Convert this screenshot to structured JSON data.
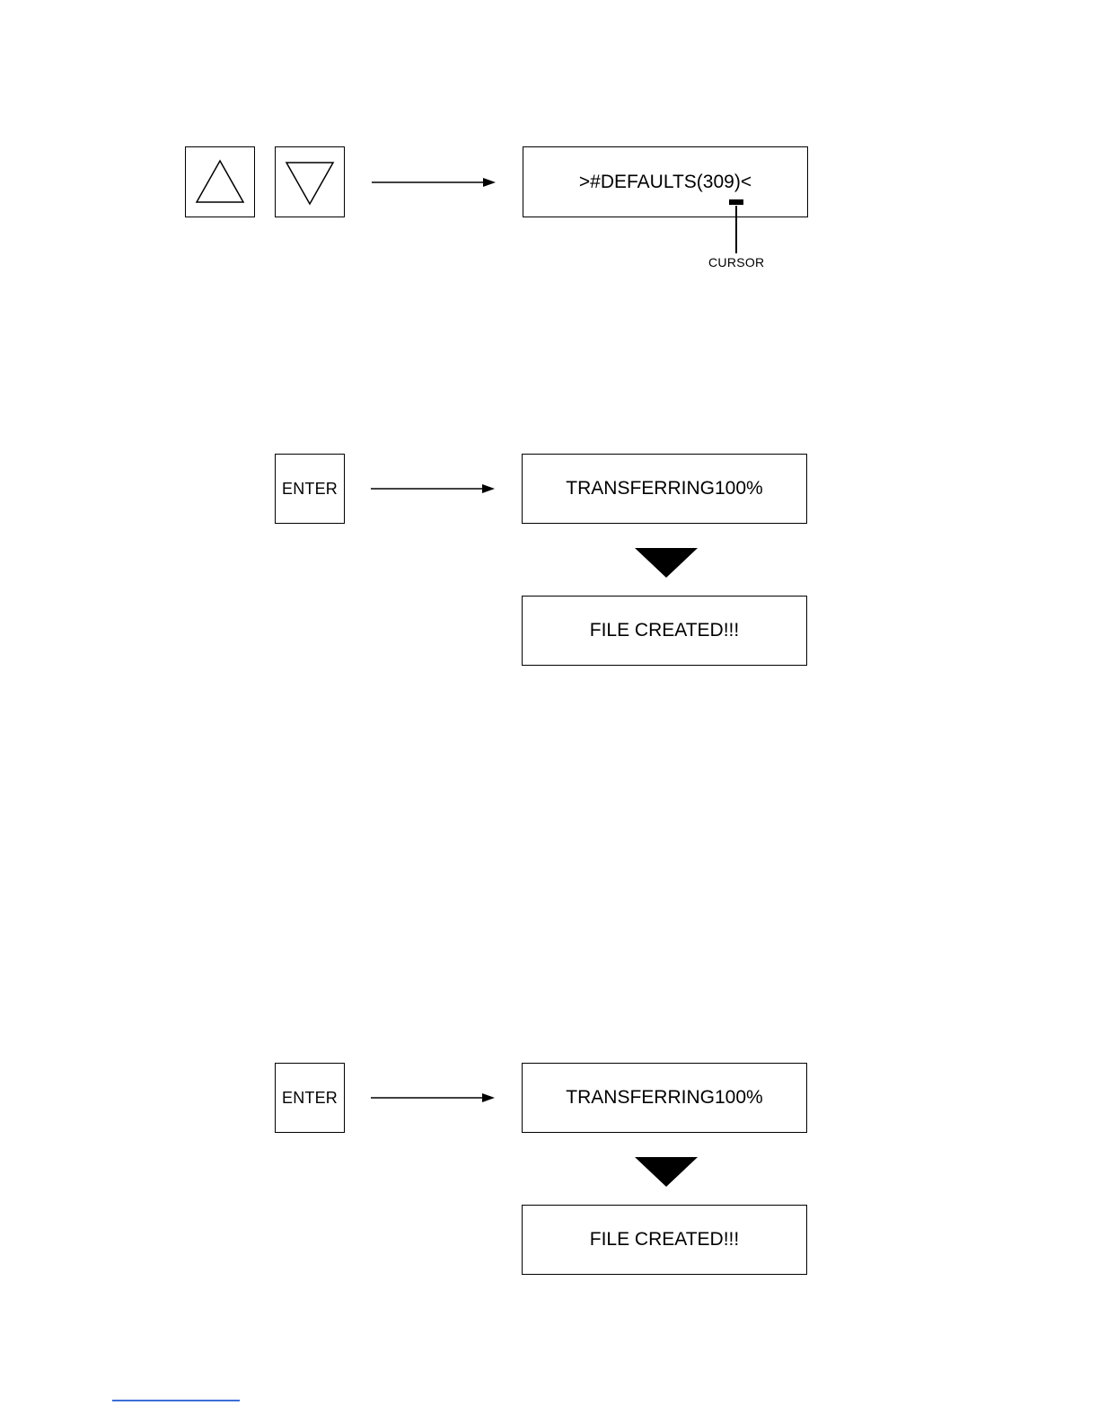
{
  "step1": {
    "up_key_icon": "up-triangle-icon",
    "down_key_icon": "down-triangle-icon",
    "display_text": ">#DEFAULTS(309)<",
    "cursor_label": "CURSOR"
  },
  "step2": {
    "key_label": "ENTER",
    "display_transfer": "TRANSFERRING100%",
    "display_result": "FILE CREATED!!!"
  },
  "step3": {
    "key_label": "ENTER",
    "display_transfer": "TRANSFERRING100%",
    "display_result": "FILE CREATED!!!"
  },
  "colors": {
    "line": "#000000",
    "footnote_rule": "#3b6fd8"
  }
}
